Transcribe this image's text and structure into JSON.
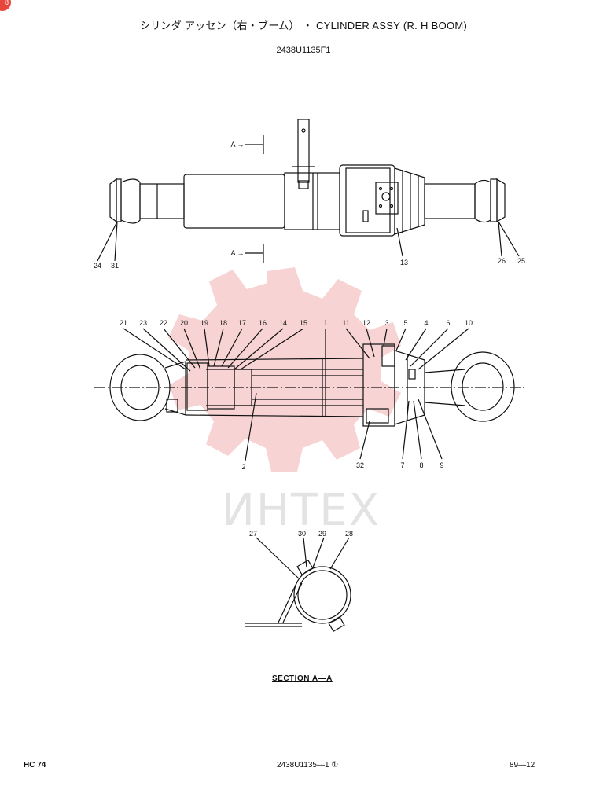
{
  "header": {
    "title": "シリンダ アッセン（右・ブーム） ・ CYLINDER ASSY (R. H BOOM)",
    "part_number": "2438U1135F1"
  },
  "views": {
    "section_label": "SECTION A—A",
    "section_marker": "A"
  },
  "callouts": {
    "top": [
      "24",
      "31",
      "13",
      "26",
      "25"
    ],
    "middle_upper": [
      "21",
      "23",
      "22",
      "20",
      "19",
      "18",
      "17",
      "16",
      "14",
      "15",
      "1",
      "11",
      "12",
      "3",
      "5",
      "4",
      "6",
      "10"
    ],
    "middle_lower": [
      "2",
      "32",
      "7",
      "8",
      "9"
    ],
    "section": [
      "27",
      "30",
      "29",
      "28"
    ]
  },
  "watermark": {
    "text": "ИНТЕХ",
    "color": "#f2b8b8"
  },
  "footer": {
    "model": "HC 74",
    "drawing_ref": "2438U1135—1 ①",
    "page": "89—12"
  },
  "corner_badge": "8",
  "colors": {
    "ink": "#111111",
    "watermark": "#f2b8b8",
    "badge": "#e8453c"
  }
}
